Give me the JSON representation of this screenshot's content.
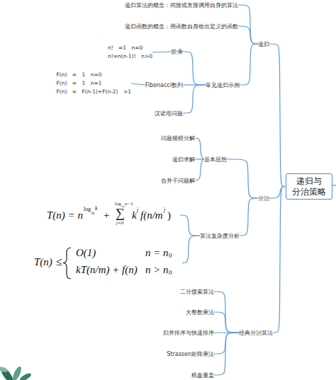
{
  "diagram": {
    "nodes": [
      {
        "text": [
          "递归与 分治策略"
        ]
      },
      {
        "text": [
          "递归"
        ]
      },
      {
        "text": [
          "递归算法的概念：间接或直接调用自身的算法"
        ]
      },
      {
        "text": [
          "递归函数的概念：用函数自身给出定义的函数"
        ]
      },
      {
        "text": [
          "常见递归示例"
        ]
      },
      {
        "text": [
          "阶乘"
        ]
      },
      {
        "text": [
          "n! =1 n=0",
          "n!=n(n-1)! n>0"
        ]
      },
      {
        "text": [
          "Fibonacci数列"
        ]
      },
      {
        "text": [
          "F(n) = 1 n=0",
          "F(n) = 1 n=1",
          "F(n) = F(n-1)+F(n-2) >1"
        ]
      },
      {
        "text": [
          "汉诺塔问题"
        ]
      },
      {
        "text": [
          "分治"
        ]
      },
      {
        "text": [
          "基本思想"
        ]
      },
      {
        "text": [
          "问题规模分解"
        ]
      },
      {
        "text": [
          "递归求解"
        ]
      },
      {
        "text": [
          "合并子问题解"
        ]
      },
      {
        "text": [
          "算法复杂度分析"
        ]
      },
      {
        "text": [
          "T(n) = n",
          "log",
          "m",
          "k",
          "+",
          "log",
          "m",
          "n−1",
          "∑",
          "j=0",
          "k",
          "j",
          "f(n/m",
          "j",
          ")"
        ]
      },
      {
        "text": [
          "T(n)",
          "≤",
          "O(1)",
          "n = n",
          "0",
          "kT(n/m) + f(n)",
          "n > n",
          "0"
        ]
      },
      {
        "text": [
          "经典分治算法"
        ]
      },
      {
        "text": [
          "二分搜索算法"
        ]
      },
      {
        "text": [
          "大整数乘法"
        ]
      },
      {
        "text": [
          "归并排序与快速排序"
        ]
      },
      {
        "text": [
          "Strassen矩阵乘法"
        ]
      },
      {
        "text": [
          "棋盘覆盖"
        ]
      }
    ],
    "edges": [
      {
        "from": 0,
        "to": 1,
        "arrow": "none"
      },
      {
        "from": 1,
        "to": 2,
        "arrow": "none"
      },
      {
        "from": 1,
        "to": 3,
        "arrow": "none"
      },
      {
        "from": 1,
        "to": 4,
        "arrow": "none"
      },
      {
        "from": 4,
        "to": 5,
        "arrow": "none"
      },
      {
        "from": 5,
        "to": 6,
        "arrow": "none"
      },
      {
        "from": 4,
        "to": 7,
        "arrow": "none"
      },
      {
        "from": 7,
        "to": 8,
        "arrow": "none"
      },
      {
        "from": 4,
        "to": 9,
        "arrow": "none"
      },
      {
        "from": 0,
        "to": 10,
        "arrow": "none"
      },
      {
        "from": 10,
        "to": 11,
        "arrow": "none"
      },
      {
        "from": 11,
        "to": 12,
        "arrow": "none"
      },
      {
        "from": 11,
        "to": 13,
        "arrow": "none"
      },
      {
        "from": 11,
        "to": 14,
        "arrow": "none"
      },
      {
        "from": 10,
        "to": 15,
        "arrow": "none"
      },
      {
        "from": 15,
        "to": 16,
        "arrow": "none"
      },
      {
        "from": 15,
        "to": 17,
        "arrow": "none"
      },
      {
        "from": 0,
        "to": 18,
        "arrow": "none"
      },
      {
        "from": 18,
        "to": 19,
        "arrow": "none"
      },
      {
        "from": 18,
        "to": 20,
        "arrow": "none"
      },
      {
        "from": 18,
        "to": 21,
        "arrow": "none"
      },
      {
        "from": 18,
        "to": 22,
        "arrow": "none"
      },
      {
        "from": 18,
        "to": 23,
        "arrow": "none"
      }
    ]
  }
}
